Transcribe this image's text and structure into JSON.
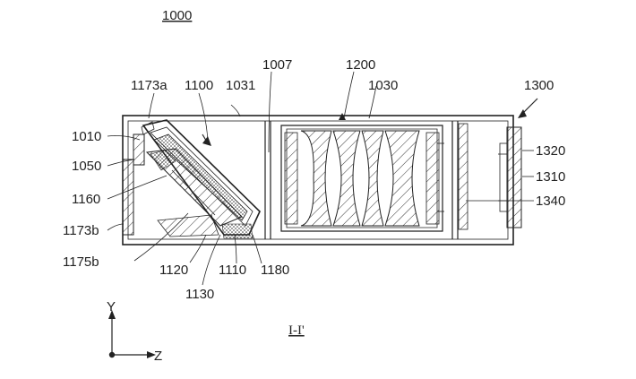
{
  "figure": {
    "number": "1000",
    "section": "I-I'",
    "axes": {
      "y": "Y",
      "z": "Z"
    }
  },
  "labels": {
    "l1007": "1007",
    "l1200": "1200",
    "l1300": "1300",
    "l1173a": "1173a",
    "l1100": "1100",
    "l1031": "1031",
    "l1030": "1030",
    "l1010": "1010",
    "l1050": "1050",
    "l1160": "1160",
    "l1173b": "1173b",
    "l1175b": "1175b",
    "l1120": "1120",
    "l1130": "1130",
    "l1110": "1110",
    "l1180": "1180",
    "l1320": "1320",
    "l1310": "1310",
    "l1340": "1340"
  }
}
